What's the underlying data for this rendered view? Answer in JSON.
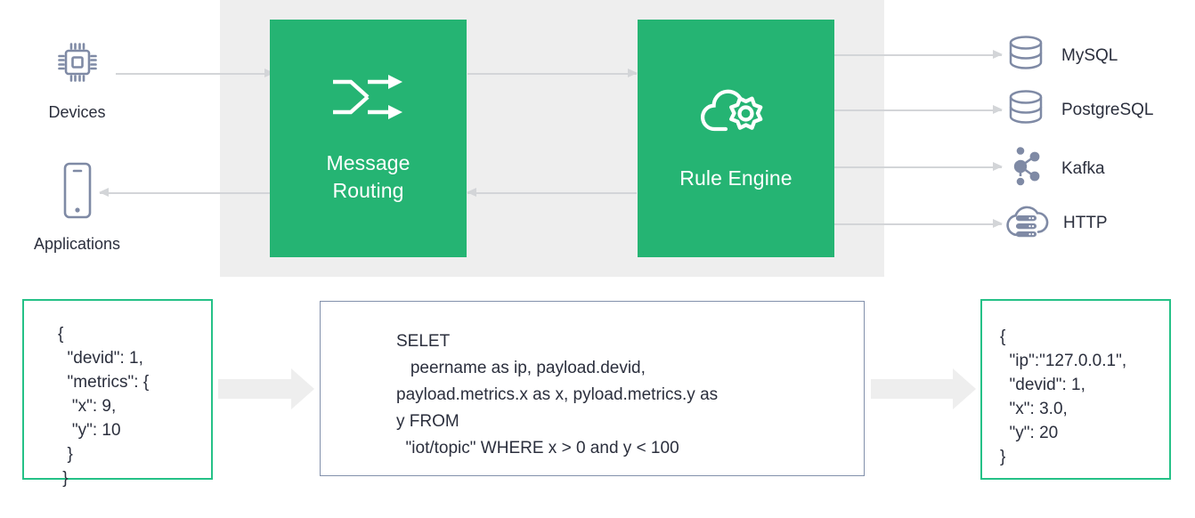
{
  "diagram": {
    "title": "EMQX message routing and rule engine data flow",
    "colors": {
      "accent_green": "#25b473",
      "box_border_green": "#25c187",
      "box_border_blue": "#8290ab",
      "panel_grey": "#eeeeee",
      "icon_slate": "#7f8aa5",
      "text_dark": "#2b2f3d",
      "connector_grey": "#d3d5d8"
    }
  },
  "sources": [
    {
      "id": "devices",
      "label": "Devices",
      "icon": "chip-icon"
    },
    {
      "id": "applications",
      "label": "Applications",
      "icon": "mobile-phone-icon"
    }
  ],
  "blocks": [
    {
      "id": "message-routing",
      "label_line1": "Message",
      "label_line2": "Routing",
      "icon": "shuffle-arrows-icon"
    },
    {
      "id": "rule-engine",
      "label_line1": "Rule Engine",
      "label_line2": "",
      "icon": "cloud-gear-icon"
    }
  ],
  "sinks": [
    {
      "id": "mysql",
      "label": "MySQL",
      "icon": "database-icon"
    },
    {
      "id": "postgresql",
      "label": "PostgreSQL",
      "icon": "database-icon"
    },
    {
      "id": "kafka",
      "label": "Kafka",
      "icon": "kafka-nodes-icon"
    },
    {
      "id": "http",
      "label": "HTTP",
      "icon": "cloud-server-icon"
    }
  ],
  "samples": {
    "input_json": "{\n  \"devid\": 1,\n  \"metrics\": {\n   \"x\": 9,\n   \"y\": 10\n  }\n }",
    "sql": "SELET\n   peername as ip, payload.devid,\npayload.metrics.x as x, pyload.metrics.y as\ny FROM\n  \"iot/topic\" WHERE x > 0 and y < 100",
    "output_json": "{\n  \"ip\":\"127.0.0.1\",\n  \"devid\": 1,\n  \"x\": 3.0,\n  \"y\": 20\n}"
  }
}
